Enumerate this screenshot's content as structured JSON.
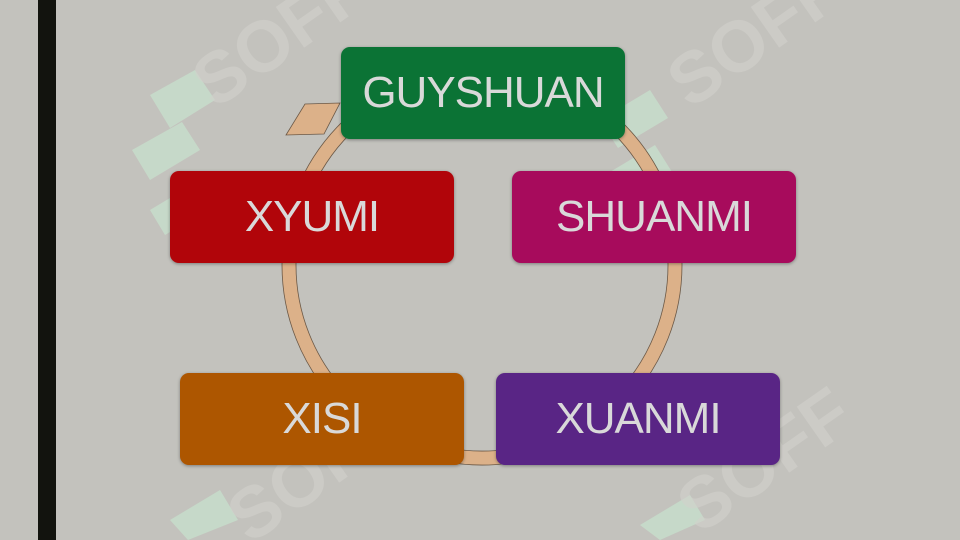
{
  "diagram": {
    "type": "cycle",
    "nodes": [
      {
        "id": "top",
        "label": "GUYSHUAN",
        "color": "#0b7335"
      },
      {
        "id": "right",
        "label": "SHUANMI",
        "color": "#a70b5c"
      },
      {
        "id": "bottom-right",
        "label": "XUANMI",
        "color": "#592585"
      },
      {
        "id": "bottom-left",
        "label": "XISI",
        "color": "#ad5600"
      },
      {
        "id": "left",
        "label": "XYUMI",
        "color": "#b1050a"
      }
    ],
    "edges": [
      {
        "from": "top",
        "to": "right"
      },
      {
        "from": "right",
        "to": "bottom-right"
      },
      {
        "from": "bottom-right",
        "to": "bottom-left"
      },
      {
        "from": "bottom-left",
        "to": "left"
      },
      {
        "from": "left",
        "to": "top"
      }
    ],
    "arrow_color": "#dcb189",
    "background_color": "#c3c2bd",
    "side_bar_color": "#12130e"
  },
  "watermark": {
    "text": "SOFF",
    "color": "#c9ecd3"
  }
}
